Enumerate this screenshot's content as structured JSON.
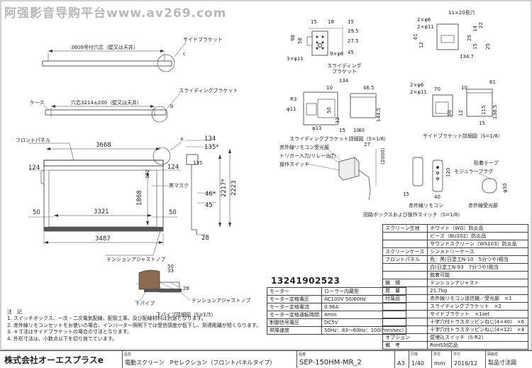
{
  "watermark": "阿强影音导购平台www.av269.com",
  "phone": "13241902523",
  "front_view": {
    "width_label": "3609吊付穴芯（壁又は天井）",
    "side_bracket_label": "サイドブラケット",
    "letter_c": "c",
    "case_label": "ケース",
    "slide_width_label": "穴芯3214±200（壁又は天井）",
    "sliding_bracket_label": "スライディングブラケット",
    "letter_b": "b",
    "front_panel_label": "フロントパネル",
    "dim_3668": "3668",
    "letter_a": "a",
    "dim_124_left": "124",
    "dim_124_right": "124",
    "dim_132": "132",
    "black_mask_label": "黒マスク",
    "dim_1868": "1868",
    "dim_50_left": "50",
    "dim_50_right": "50",
    "dim_3321": "3321",
    "dim_3487": "3487",
    "tension_knob_label": "テンションアジャストノブ"
  },
  "side_view": {
    "dim_134": "134",
    "dim_135": "135*",
    "dim_135_short": "135",
    "dim_46": "46*",
    "dim_45": "45",
    "dim_2217": "2217*",
    "dim_2223": "2223",
    "dim_28": "28"
  },
  "bracket_detail": {
    "dim_15": "15",
    "dim_18": "18",
    "dim_15b": "15",
    "dim_29_5": "29.5",
    "dim_27_5": "27.5",
    "dim_98": "98",
    "dim_58": "58",
    "dim_45": "45",
    "hole_3x11": "3×φ11",
    "hole_9x6": "9×φ6",
    "sliding_label": "スライディング\nブラケット",
    "dim_134": "134",
    "dim_10": "10",
    "dim_46_5": "46.5",
    "r3": "R3",
    "phi11_a": "φ11",
    "phi11_b": "φ11",
    "dim_50": "50",
    "dim_12": "12",
    "dim_15c": "15",
    "dim_10b": "10",
    "dim_144_5": "144.5",
    "dim_40": "40",
    "sliding_caption": "スライディングブラケット詳細図（S=1/8）"
  },
  "side_bracket_detail": {
    "hole_2x6": "2×φ6",
    "hole_2x11": "2×φ11",
    "slot": "11×20長穴",
    "dim_12": "12",
    "dim_22": "22",
    "dim_61": "61",
    "dim_14": "14",
    "dim_25": "25",
    "dim_15": "15",
    "dim_25b": "25",
    "dim_134_7": "134.7",
    "dim_70": "70",
    "dim_10": "10",
    "dim_61b": "61",
    "dim_50": "50",
    "dim_12b": "12",
    "dim_115": "115",
    "dim_138_5": "138.5",
    "dim_15b": "15",
    "caption": "サイドブラケット詳細図（S=1/8）"
  },
  "controls": {
    "ir_receiver_label": "赤外線リモコン受光部",
    "trigger_label": "トリガー入力/リレー出力",
    "switch_label": "操作スイッチ",
    "dim_27": "27",
    "dim_2000": "(2000)",
    "remote_dim_120": "120",
    "remote_dim_40": "40",
    "remote_dim_15": "15",
    "remote_label": "赤外線リモコン",
    "tape_label": "貼着テープ",
    "modular_label": "モジュラープラグ",
    "phi30": "φ30",
    "receiver_unit_label": "赤外線受光部",
    "switch_box_caption": "回路ボックスおよび操作スイッチ（S=1/8）"
  },
  "lower_detail": {
    "dim_50": "50",
    "dim_33": "33",
    "dim_28": "28",
    "knob_label": "テンションアジャストノブ",
    "pipe_label": "下パイプ",
    "caption": "下パイプ詳細図（S=1/5）"
  },
  "spec_table": {
    "rows": [
      {
        "label": "スクリーン生地",
        "value": "ホワイト（WG）防炎品"
      },
      {
        "label": "",
        "value": "ビーズ（BU202）防炎品"
      },
      {
        "label": "",
        "value": "サウンドスクリーン（WS103）防炎品"
      },
      {
        "label": "スクリーンケース",
        "value": "シンメトリーケース"
      },
      {
        "label": "フロントパネル",
        "value": "色：黒(日塗工N-10　5分つや)相当"
      },
      {
        "label": "",
        "value": "白(日塗工N-93　7分つや)相当"
      },
      {
        "label": "",
        "value": "脱着可能"
      },
      {
        "label": "機　構",
        "value": "テンションアジャスト"
      },
      {
        "label": "質　量",
        "value": "21.7kg"
      },
      {
        "label": "付属品",
        "value": "赤外線リモコン送信機／受光部　×1"
      },
      {
        "label": "",
        "value": "スライディングブラケット　×2"
      },
      {
        "label": "",
        "value": "サイドブラケット　×1set"
      },
      {
        "label": "",
        "value": "十字穴付トラスタッピンねじ(4×40)　×6"
      },
      {
        "label": "",
        "value": "十字穴付トラスタッピンねじ(4×12)　×4"
      },
      {
        "label": "オプション",
        "value": "壁埋込スイッチ（S-R2）"
      },
      {
        "label": "備　考",
        "value": "RoHS対応品"
      }
    ]
  },
  "motor_table": {
    "rows": [
      {
        "label": "モーター",
        "value": "ローラー内蔵型"
      },
      {
        "label": "モーター定格電圧",
        "value": "AC100V 50/60Hz"
      },
      {
        "label": "モーター定格電流",
        "value": "0.96A"
      },
      {
        "label": "モーター定格運転時間",
        "value": "4min"
      },
      {
        "label": "制御信号電圧",
        "value": "DC5V"
      },
      {
        "label": "昇降速度",
        "value": "50Hz：83～60Hz：100(mm/sec)"
      }
    ]
  },
  "notes": {
    "title": "注　記",
    "lines": [
      "1. スイッチボックス、一次・二次電気配線、配管工事、及び配線材料は別途となります。",
      "2. 赤外線リモコンセットをお使いの場合、インバーター照明下では受信感度が低下し、到達距離が短くなります。",
      "3. ＊寸法はサイドブラケットの場合の寸法となります。",
      "4. 外形寸法は、小数点以下を切り捨てています。"
    ]
  },
  "title_block": {
    "company": "株式会社オーエスプラスe",
    "name_header": "品名",
    "name": "電動スクリーン　Pセレクション（フロントパネルタイプ）",
    "model_header": "品番",
    "model": "SEP-150HM-MR_2",
    "size": "A3",
    "scale_header": "尺度",
    "scale": "1/40",
    "unit_header": "単位",
    "unit": "mm",
    "date_header": "日付",
    "date": "2016/12",
    "doc_header": "図面名",
    "doc": "製品寸法図"
  }
}
